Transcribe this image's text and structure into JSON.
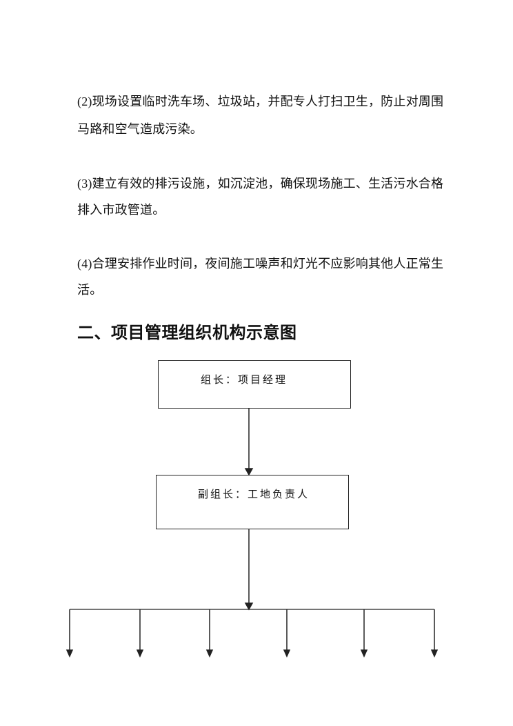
{
  "paragraphs": [
    {
      "lines": [
        "(2)现场设置临时洗车场、垃圾站，并配专人打扫卫生，防止对周围",
        "马路和空气造成污染。"
      ]
    },
    {
      "lines": [
        "(3)建立有效的排污设施，如沉淀池，确保现场施工、生活污水合格",
        "排入市政管道。"
      ]
    },
    {
      "lines": [
        "(4)合理安排作业时间，夜间施工噪声和灯光不应影响其他人正常生",
        "活。"
      ]
    }
  ],
  "heading": "二、项目管理组织机构示意图",
  "org_chart": {
    "leader": "组长：项目经理",
    "deputy": "副组长：工地负责人",
    "branch_count": 6
  }
}
